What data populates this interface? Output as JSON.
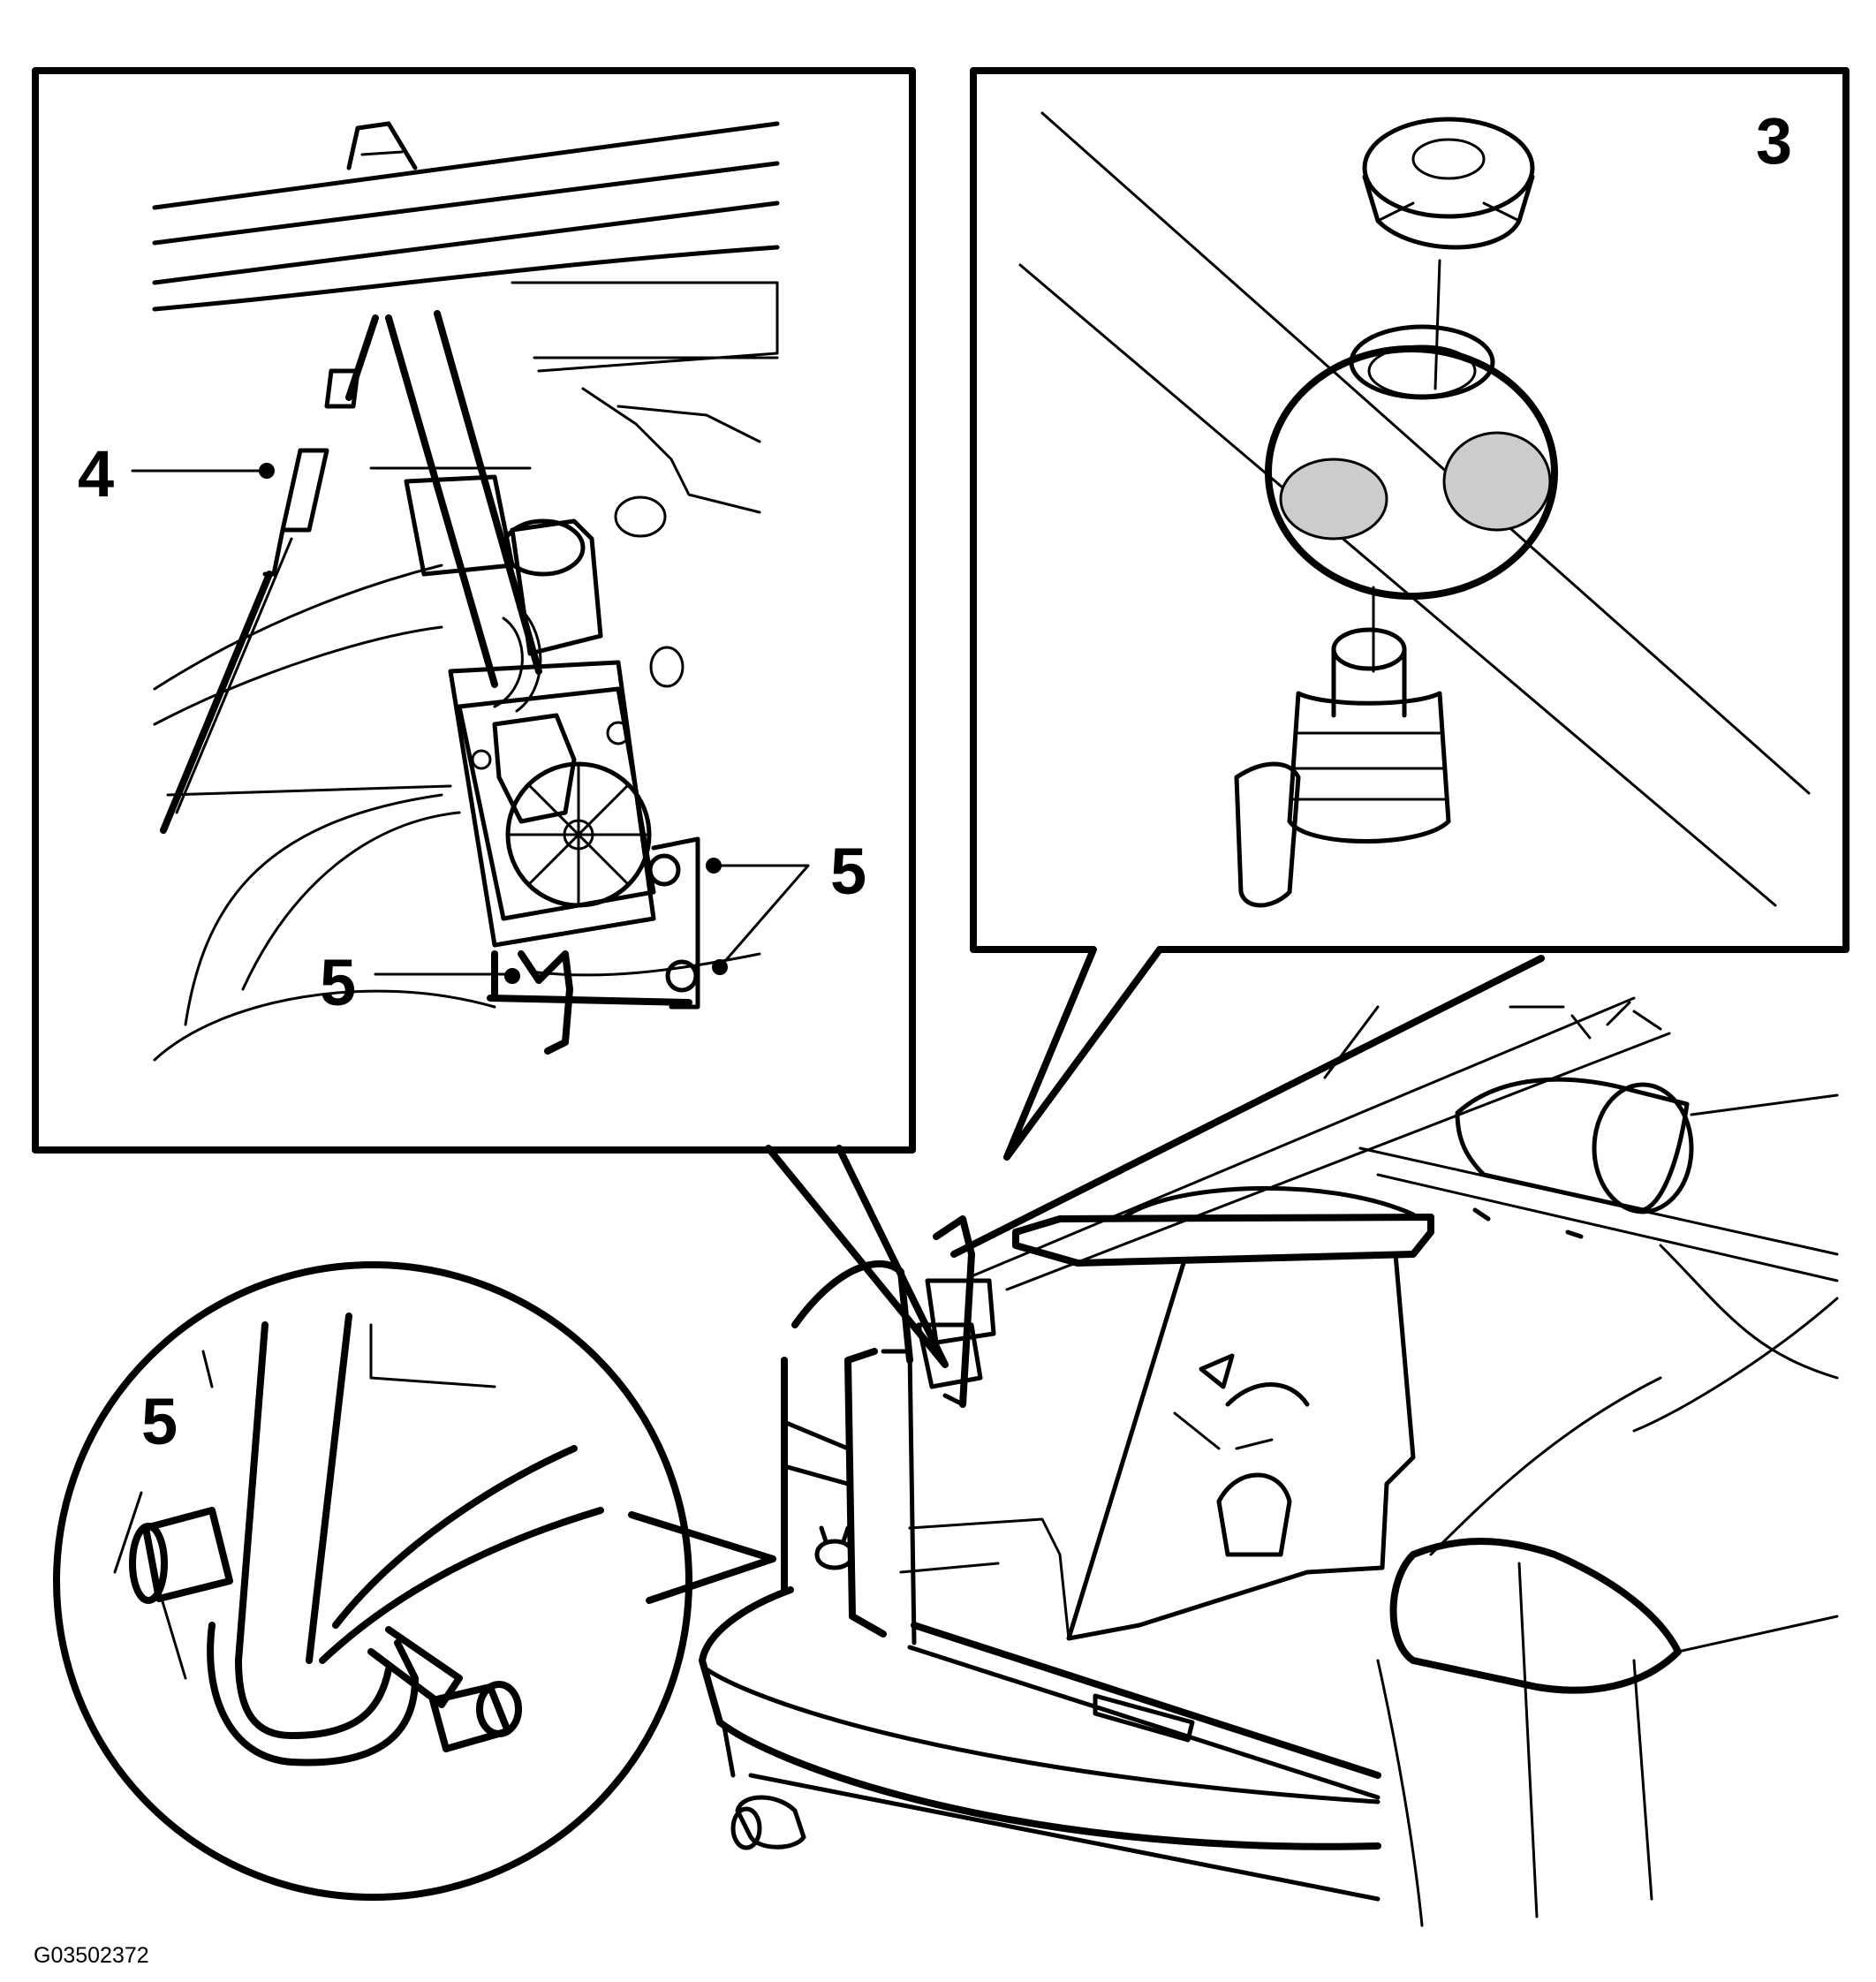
{
  "callouts": {
    "label_3": "3",
    "label_4": "4",
    "label_5_right": "5",
    "label_5_bottom": "5",
    "label_5_circle": "5"
  },
  "figure_id": "G03502372",
  "colors": {
    "line": "#000000",
    "fill": "#ffffff",
    "shade": "#cccccc"
  }
}
